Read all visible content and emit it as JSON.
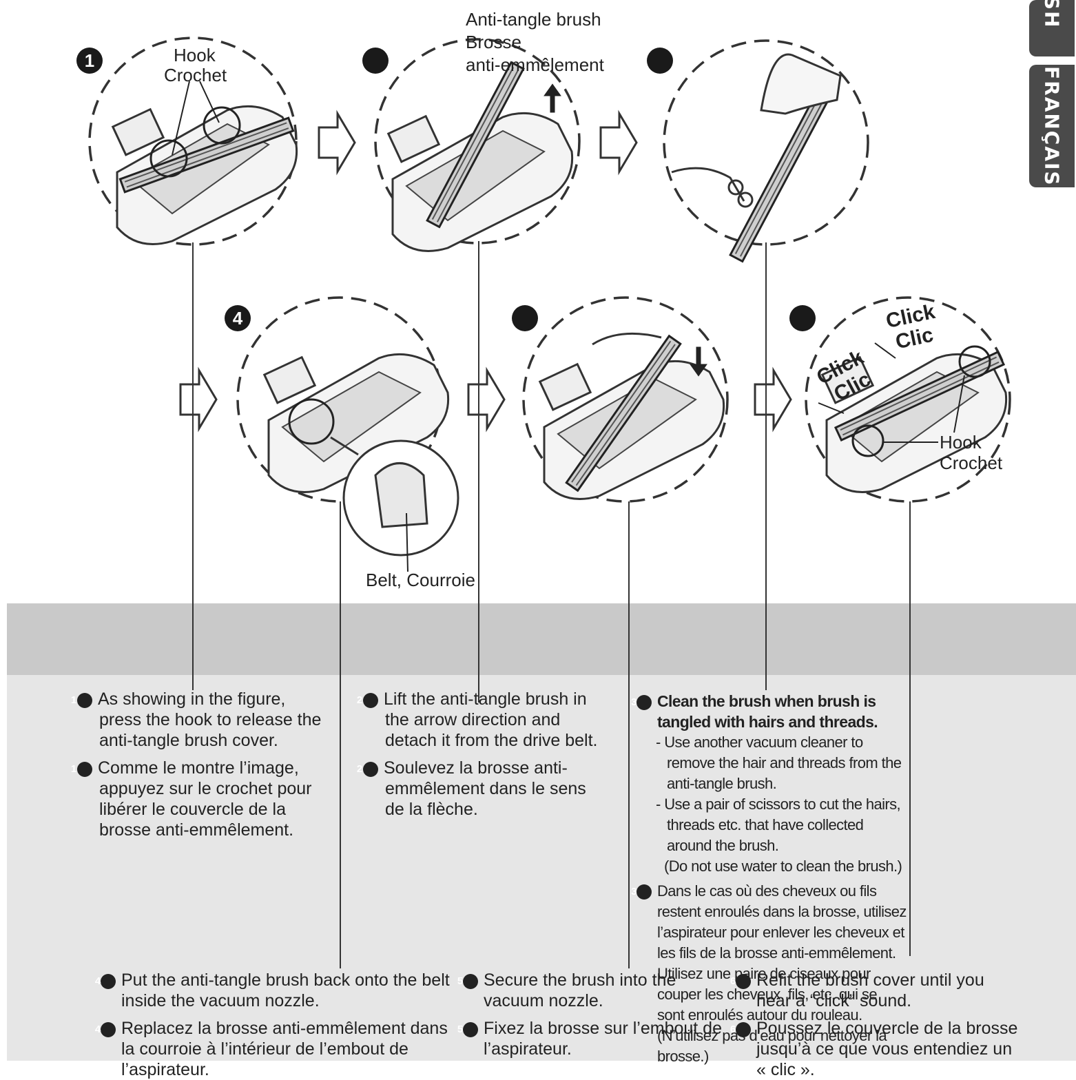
{
  "side_tabs": {
    "english": "ENGLISH",
    "french": "FRANÇAIS"
  },
  "figure_labels": {
    "step1_hook": "Hook",
    "step1_crochet": "Crochet",
    "step2_brush_en": "Anti-tangle brush",
    "step2_brush_fr_1": "Brosse",
    "step2_brush_fr_2": "anti-emmêlement",
    "step4_belt": "Belt, Courroie",
    "step6_click_1": "Click",
    "step6_clic_1": "Clic",
    "step6_click_2": "Click",
    "step6_clic_2": "Clic",
    "step6_hook": "Hook",
    "step6_crochet": "Crochet"
  },
  "step_badges": {
    "s1": "1",
    "s4": "4"
  },
  "steps": {
    "s1": {
      "num": "1",
      "en": "As showing in the figure, press the hook to release the anti-tangle brush cover.",
      "fr": "Comme le montre l’image, appuyez sur le crochet pour libérer le couvercle de la brosse anti-emmêlement."
    },
    "s2": {
      "num": "2",
      "en": "Lift the anti-tangle brush in the arrow direction and detach it from the drive belt.",
      "fr": "Soulevez la brosse anti-emmêlement dans le sens de la flèche."
    },
    "s3": {
      "num": "3",
      "en_title": "Clean the brush when brush is tangled with hairs and threads.",
      "en_b1": "Use another vacuum cleaner to remove the hair and threads from the anti-tangle brush.",
      "en_b2": "Use a pair of scissors to cut the hairs, threads etc. that have collected around the brush.",
      "en_note": "(Do not use water to clean the brush.)",
      "fr": "Dans le cas où des cheveux ou fils restent enroulés dans la brosse, utilisez l’aspirateur pour enlever les cheveux et les fils de la brosse anti-emmêlement. Utilisez une paire de ciseaux pour couper les cheveux, fils, etc. qui se sont enroulés autour du rouleau. (N’utilisez pas d’eau pour nettoyer la brosse.)"
    },
    "s4": {
      "num": "4",
      "en": "Put the anti-tangle brush back onto the belt inside the vacuum nozzle.",
      "fr": "Replacez la brosse anti-emmêlement dans la courroie à l’intérieur de l’embout de l’aspirateur."
    },
    "s5": {
      "num": "5",
      "en": "Secure the brush into the vacuum nozzle.",
      "fr": "Fixez la brosse sur l’embout de l’aspirateur."
    },
    "s6": {
      "num": "6",
      "en": "Refit the brush cover until you hear a “click” sound.",
      "fr": "Poussez le couvercle de la brosse jusqu’à ce que vous entendiez un « clic »."
    }
  }
}
